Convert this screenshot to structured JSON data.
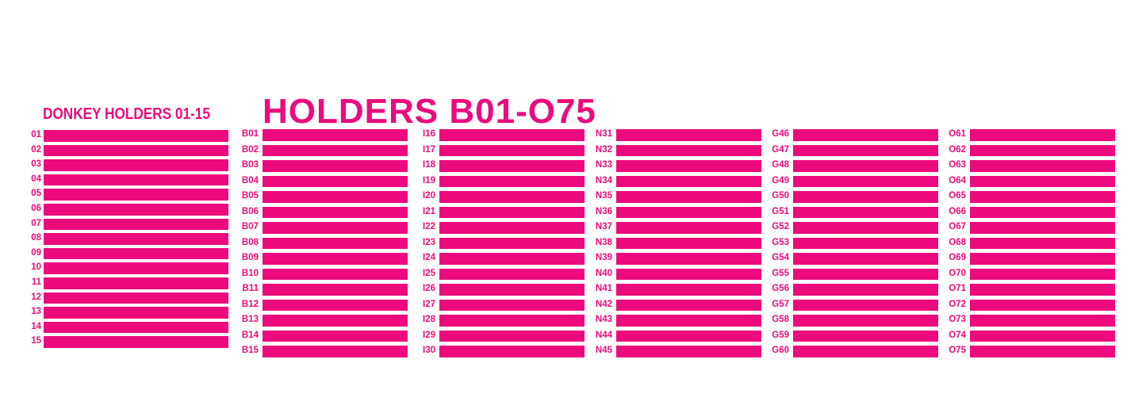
{
  "colors": {
    "accent": "#ec0a7c",
    "background": "#ffffff"
  },
  "donkey": {
    "title": "DONKEY HOLDERS 01-15",
    "labels": [
      "01",
      "02",
      "03",
      "04",
      "05",
      "06",
      "07",
      "08",
      "09",
      "10",
      "11",
      "12",
      "13",
      "14",
      "15"
    ]
  },
  "main": {
    "title": "HOLDERS B01-O75",
    "columns": [
      {
        "labels": [
          "B01",
          "B02",
          "B03",
          "B04",
          "B05",
          "B06",
          "B07",
          "B08",
          "B09",
          "B10",
          "B11",
          "B12",
          "B13",
          "B14",
          "B15"
        ]
      },
      {
        "labels": [
          "I16",
          "I17",
          "I18",
          "I19",
          "I20",
          "I21",
          "I22",
          "I23",
          "I24",
          "I25",
          "I26",
          "I27",
          "I28",
          "I29",
          "I30"
        ]
      },
      {
        "labels": [
          "N31",
          "N32",
          "N33",
          "N34",
          "N35",
          "N36",
          "N37",
          "N38",
          "N39",
          "N40",
          "N41",
          "N42",
          "N43",
          "N44",
          "N45"
        ]
      },
      {
        "labels": [
          "G46",
          "G47",
          "G48",
          "G49",
          "G50",
          "G51",
          "G52",
          "G53",
          "G54",
          "G55",
          "G56",
          "G57",
          "G58",
          "G59",
          "G60"
        ]
      },
      {
        "labels": [
          "O61",
          "O62",
          "O63",
          "O64",
          "O65",
          "O66",
          "O67",
          "O68",
          "O69",
          "O70",
          "O71",
          "O72",
          "O73",
          "O74",
          "O75"
        ]
      }
    ]
  }
}
